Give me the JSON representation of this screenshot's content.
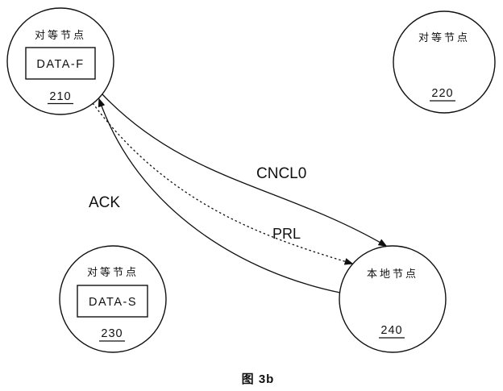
{
  "figure": {
    "caption": "图 3b"
  },
  "nodes": {
    "n210": {
      "title": "对等节点",
      "box": "DATA-F",
      "id": "210"
    },
    "n220": {
      "title": "对等节点",
      "id": "220"
    },
    "n230": {
      "title": "对等节点",
      "box": "DATA-S",
      "id": "230"
    },
    "n240": {
      "title": "本地节点",
      "id": "240"
    }
  },
  "messages": {
    "cncl": "CNCL0",
    "ack": "ACK",
    "prl": "PRL"
  },
  "colors": {
    "ink": "#101010",
    "background": "#ffffff"
  }
}
